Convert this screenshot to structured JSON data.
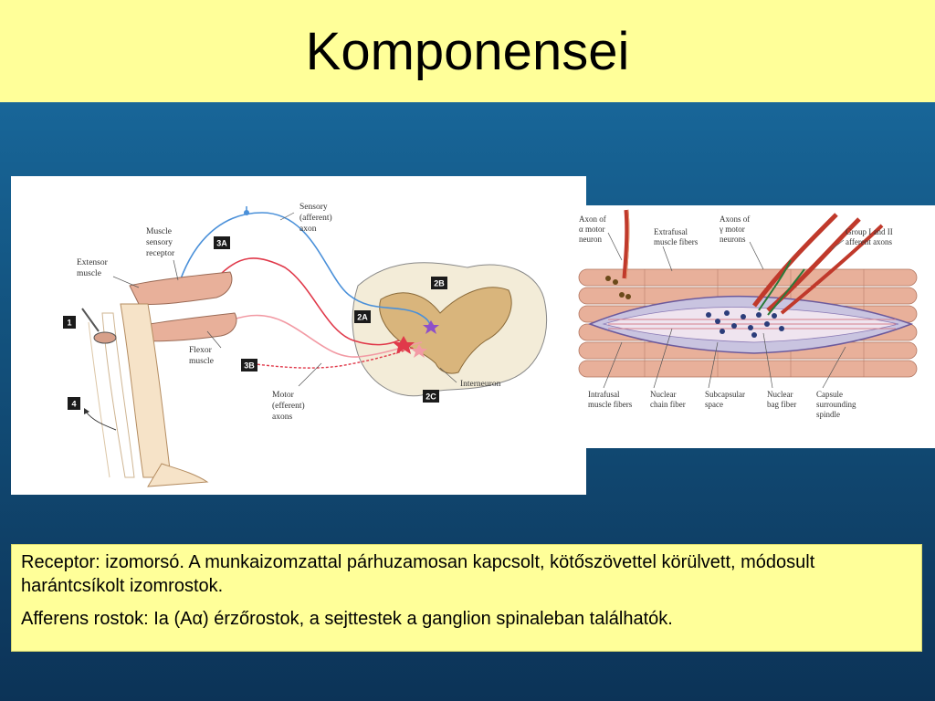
{
  "slide": {
    "title": "Komponensei",
    "paragraphs": [
      "Receptor: izomorsó. A munkaizomzattal párhuzamosan kapcsolt, kötőszövettel körülvett, módosult harántcsíkolt izomrostok.",
      "Afferens rostok: Ia (Aα) érzőrostok, a sejttestek a ganglion spinaleban találhatók."
    ]
  },
  "reflex_figure": {
    "labels": {
      "muscle_sensory_receptor": [
        "Muscle",
        "sensory",
        "receptor"
      ],
      "extensor_muscle": [
        "Extensor",
        "muscle"
      ],
      "flexor_muscle": [
        "Flexor",
        "muscle"
      ],
      "sensory_axon": [
        "Sensory",
        "(afferent)",
        "axon"
      ],
      "motor_axons": [
        "Motor",
        "(efferent)",
        "axons"
      ],
      "interneuron": "Interneuron"
    },
    "badges": [
      "1",
      "2A",
      "2B",
      "2C",
      "3A",
      "3B",
      "4"
    ]
  },
  "spindle_figure": {
    "labels": {
      "alpha_axon": [
        "Axon of",
        "α motor",
        "neuron"
      ],
      "extrafusal": [
        "Extrafusal",
        "muscle fibers"
      ],
      "gamma_axons": [
        "Axons of",
        "γ motor",
        "neurons"
      ],
      "group_afferent": [
        "Group I and II",
        "afferent axons"
      ],
      "intrafusal": [
        "Intrafusal",
        "muscle fibers"
      ],
      "nuclear_chain": [
        "Nuclear",
        "chain fiber"
      ],
      "subcapsular": [
        "Subcapsular",
        "space"
      ],
      "nuclear_bag": [
        "Nuclear",
        "bag fiber"
      ],
      "capsule": [
        "Capsule",
        "surrounding",
        "spindle"
      ]
    }
  },
  "colors": {
    "title_bg": "#ffff99",
    "sensory_blue": "#4a90d9",
    "motor_red": "#e0394a",
    "muscle_pink": "#e8b09a"
  }
}
